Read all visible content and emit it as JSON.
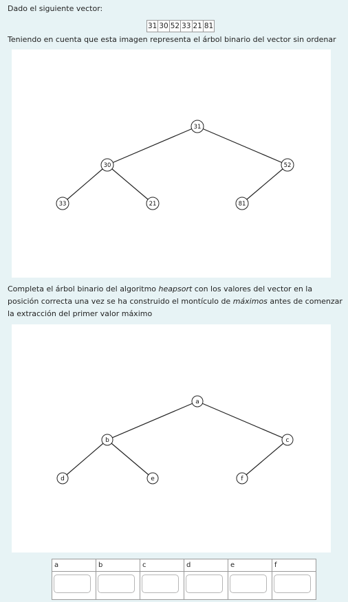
{
  "intro": "Dado el siguiente vector:",
  "vector": [
    "31",
    "30",
    "52",
    "33",
    "21",
    "81"
  ],
  "context": "Teniendo en cuenta que esta imagen representa el árbol binario del vector sin ordenar",
  "tree1": {
    "root": "31",
    "left": "30",
    "right": "52",
    "left_left": "33",
    "left_right": "21",
    "right_left": "81"
  },
  "question": {
    "part1": "Completa el árbol binario del algoritmo ",
    "em1": "heapsort",
    "part2": " con los valores del vector en la posición correcta una vez se ha construido el montículo de ",
    "em2": "máximos",
    "part3": " antes de comenzar la extracción del primer valor máximo"
  },
  "tree2": {
    "root": "a",
    "left": "b",
    "right": "c",
    "left_left": "d",
    "left_right": "e",
    "right_left": "f"
  },
  "answers": {
    "labels": [
      "a",
      "b",
      "c",
      "d",
      "e",
      "f"
    ],
    "values": [
      "",
      "",
      "",
      "",
      "",
      ""
    ]
  }
}
